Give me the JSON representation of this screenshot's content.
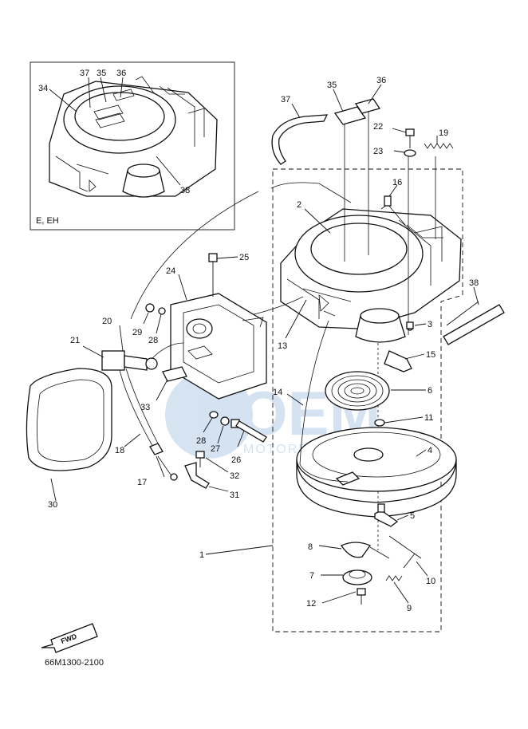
{
  "inset": {
    "variant_label": "E, EH"
  },
  "footer": {
    "code": "66M1300-2100",
    "fwd_label": "FWD"
  },
  "watermark": {
    "logo_text": "OEM",
    "sub_text": "MOTORPARTS"
  },
  "callouts": {
    "c1": "1",
    "c2": "2",
    "c3": "3",
    "c4": "4",
    "c5": "5",
    "c6": "6",
    "c7": "7",
    "c8": "8",
    "c9": "9",
    "c10": "10",
    "c11": "11",
    "c12": "12",
    "c13": "13",
    "c14": "14",
    "c15": "15",
    "c16": "16",
    "c17": "17",
    "c18": "18",
    "c19": "19",
    "c20": "20",
    "c21": "21",
    "c22": "22",
    "c23": "23",
    "c24": "24",
    "c25": "25",
    "c26": "26",
    "c27": "27",
    "c28a": "28",
    "c28b": "28",
    "c29": "29",
    "c30": "30",
    "c31": "31",
    "c32": "32",
    "c33": "33",
    "i34": "34",
    "i35": "35",
    "i36": "36",
    "i37": "37",
    "i38": "38",
    "m35": "35",
    "m36": "36",
    "m37": "37",
    "m38": "38"
  }
}
